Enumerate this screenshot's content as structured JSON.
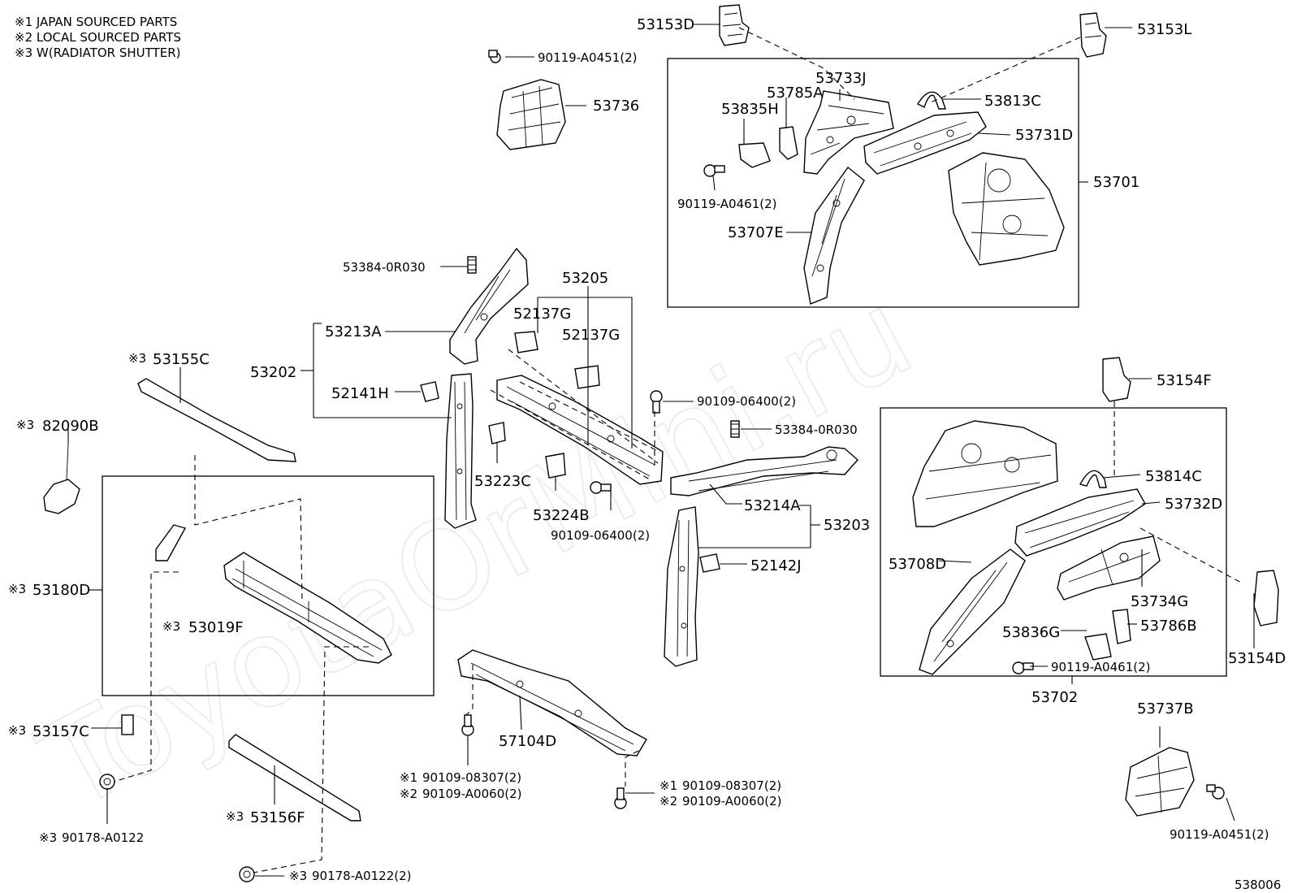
{
  "notes": [
    "※1 JAPAN SOURCED PARTS",
    "※2 LOCAL SOURCED PARTS",
    "※3 W(RADIATOR SHUTTER)"
  ],
  "watermark": "ToyotaOrMini.ru",
  "diagram_id": "538006",
  "labels": {
    "p53153D": "53153D",
    "p53153L": "53153L",
    "p90119_A0451_top": "90119-A0451(2)",
    "p53736": "53736",
    "p53733J": "53733J",
    "p53785A": "53785A",
    "p53835H": "53835H",
    "p53813C": "53813C",
    "p53731D": "53731D",
    "p53701": "53701",
    "p90119_A0461_top": "90119-A0461(2)",
    "p53707E": "53707E",
    "p53384_0R030_a": "53384-0R030",
    "p53205": "53205",
    "p52137G_a": "52137G",
    "p52137G_b": "52137G",
    "p53213A": "53213A",
    "p53202": "53202",
    "p52141H": "52141H",
    "p53155C": "53155C",
    "p90109_06400_a": "90109-06400(2)",
    "p53384_0R030_b": "53384-0R030",
    "p82090B": "82090B",
    "p53223C": "53223C",
    "p53224B": "53224B",
    "p90109_06400_b": "90109-06400(2)",
    "p53214A": "53214A",
    "p53203": "53203",
    "p52142J": "52142J",
    "p53180D": "53180D",
    "p53019F": "53019F",
    "p53154F": "53154F",
    "p53814C": "53814C",
    "p53732D": "53732D",
    "p53708D": "53708D",
    "p53734G": "53734G",
    "p53786B": "53786B",
    "p53836G": "53836G",
    "p53154D": "53154D",
    "p90119_A0461_bot": "90119-A0461(2)",
    "p53702": "53702",
    "p53157C": "53157C",
    "p57104D": "57104D",
    "p53737B": "53737B",
    "p90109_08307_a": "90109-08307(2)",
    "p90109_A0060_a": "90109-A0060(2)",
    "p90109_08307_b": "90109-08307(2)",
    "p90109_A0060_b": "90109-A0060(2)",
    "p90119_A0451_bot": "90119-A0451(2)",
    "p90178_A0122": "90178-A0122",
    "p53156F": "53156F",
    "p90178_A0122_2": "90178-A0122(2)"
  },
  "marks": {
    "m3": "※3",
    "m1": "※1",
    "m2": "※2"
  }
}
